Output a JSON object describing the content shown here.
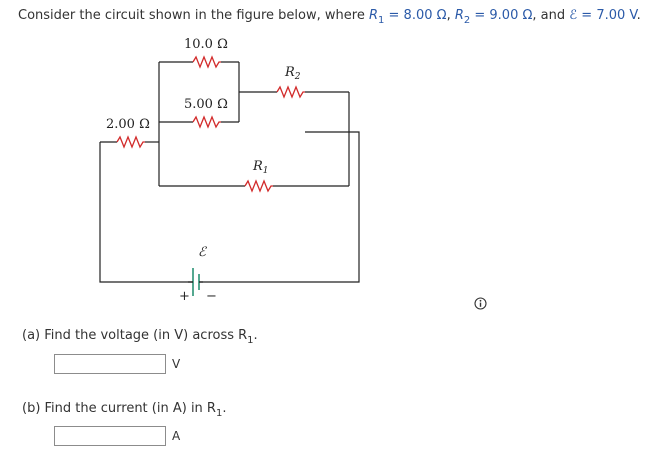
{
  "problem": {
    "intro": "Consider the circuit shown in the figure below, where",
    "r1_sym": "R",
    "r1_sub": "1",
    "r1_val": " = 8.00 Ω",
    "sep1": ", ",
    "r2_sym": "R",
    "r2_sub": "2",
    "r2_val": " = 9.00 Ω",
    "sep2": ", and ",
    "emf_sym": "ℰ",
    "emf_val": " = 7.00 V",
    "end": "."
  },
  "figure": {
    "label_10ohm": "10.0 Ω",
    "label_5ohm": "5.00 Ω",
    "label_2ohm": "2.00 Ω",
    "label_r2": "R",
    "label_r2_sub": "2",
    "label_r1": "R",
    "label_r1_sub": "1",
    "label_emf": "ℰ",
    "plus": "+",
    "minus": "−"
  },
  "part_a": {
    "label_prefix": "(a)  Find the voltage (in V) across R",
    "label_sub": "1",
    "label_suffix": ".",
    "value": "",
    "unit": "V"
  },
  "part_b": {
    "label_prefix": "(b)  Find the current (in A) in R",
    "label_sub": "1",
    "label_suffix": ".",
    "value": "",
    "unit": "A"
  },
  "colors": {
    "resistor": "#d22a2a",
    "wire": "#222222",
    "battery": "#1a8a6a",
    "highlight": "#2b5aa8"
  },
  "icons": {
    "info": "info-circle-icon"
  }
}
